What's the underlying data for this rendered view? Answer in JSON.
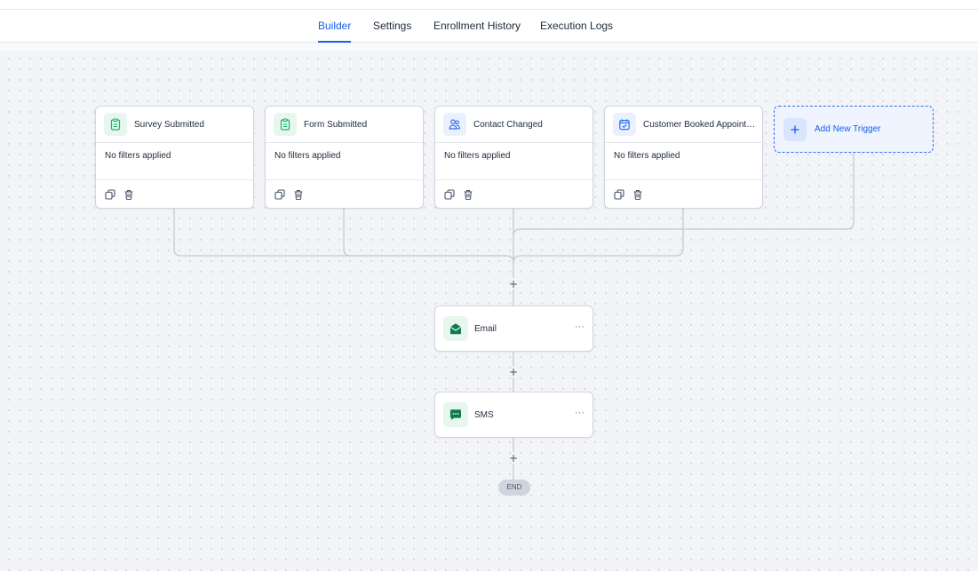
{
  "tabs": [
    {
      "label": "Builder",
      "active": true
    },
    {
      "label": "Settings",
      "active": false
    },
    {
      "label": "Enrollment History",
      "active": false
    },
    {
      "label": "Execution Logs",
      "active": false
    }
  ],
  "triggers": [
    {
      "title": "Survey Submitted",
      "filters": "No filters applied",
      "icon": "clipboard-icon"
    },
    {
      "title": "Form Submitted",
      "filters": "No filters applied",
      "icon": "clipboard-icon"
    },
    {
      "title": "Contact Changed",
      "filters": "No filters applied",
      "icon": "users-icon"
    },
    {
      "title": "Customer Booked Appointme...",
      "filters": "No filters applied",
      "icon": "calendar-check-icon"
    }
  ],
  "add_trigger": {
    "label": "Add New Trigger"
  },
  "actions": [
    {
      "label": "Email",
      "icon": "email-icon",
      "menu": "···"
    },
    {
      "label": "SMS",
      "icon": "sms-icon",
      "menu": "···"
    }
  ],
  "add_step_symbol": "+",
  "end_label": "END",
  "colors": {
    "accent": "#155eef",
    "action_icon": "#0f7a4c",
    "trigger_icon_green": "#12b76a",
    "trigger_icon_blue": "#2e6ff0"
  }
}
